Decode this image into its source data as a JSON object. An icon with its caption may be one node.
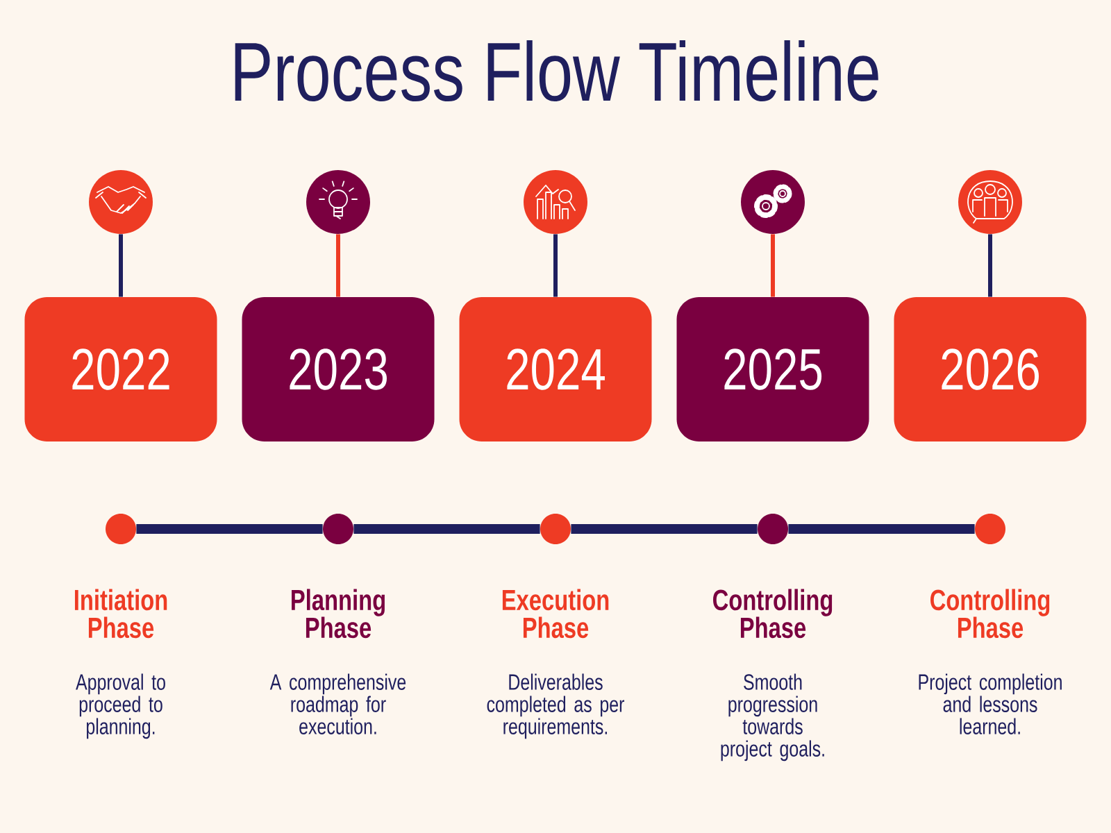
{
  "diagram": {
    "title": "Process Flow Timeline",
    "nodes": [
      {
        "text": [],
        "shape": "circle"
      },
      {
        "text": [],
        "shape": "circle"
      },
      {
        "text": [],
        "shape": "circle"
      },
      {
        "text": [],
        "shape": "circle"
      },
      {
        "text": [],
        "shape": "circle"
      },
      {
        "text": [
          "2022"
        ]
      },
      {
        "text": [
          "2023"
        ]
      },
      {
        "text": [
          "2024"
        ]
      },
      {
        "text": [
          "2025"
        ]
      },
      {
        "text": [
          "2026"
        ]
      },
      {
        "text": [],
        "shape": "circle",
        "beside": [
          "Initiation Phase",
          "Approval to proceed to planning."
        ]
      },
      {
        "text": [],
        "shape": "circle",
        "beside": [
          "Planning Phase",
          "A comprehensive roadmap for execution."
        ]
      },
      {
        "text": [],
        "shape": "circle",
        "beside": [
          "Execution Phase",
          "Deliverables completed as per requirements."
        ]
      },
      {
        "text": [],
        "shape": "circle",
        "beside": [
          "Controlling Phase",
          "Smooth progression towards project goals."
        ]
      },
      {
        "text": [],
        "shape": "circle",
        "beside": [
          "Controlling Phase",
          "Project completion and lessons learned."
        ]
      }
    ],
    "edges": [
      {
        "from": 0,
        "to": 5,
        "arrow": "none"
      },
      {
        "from": 1,
        "to": 6,
        "arrow": "none",
        "color": "#ee3b24"
      },
      {
        "from": 2,
        "to": 7,
        "arrow": "none"
      },
      {
        "from": 3,
        "to": 8,
        "arrow": "none",
        "color": "#ee3b24"
      },
      {
        "from": 4,
        "to": 9,
        "arrow": "none"
      },
      {
        "from": 10,
        "to": 11,
        "arrow": "none",
        "style": "thick"
      },
      {
        "from": 11,
        "to": 12,
        "arrow": "none",
        "style": "thick"
      },
      {
        "from": 12,
        "to": 13,
        "arrow": "none",
        "style": "thick"
      },
      {
        "from": 13,
        "to": 14,
        "arrow": "none",
        "style": "thick"
      }
    ]
  }
}
